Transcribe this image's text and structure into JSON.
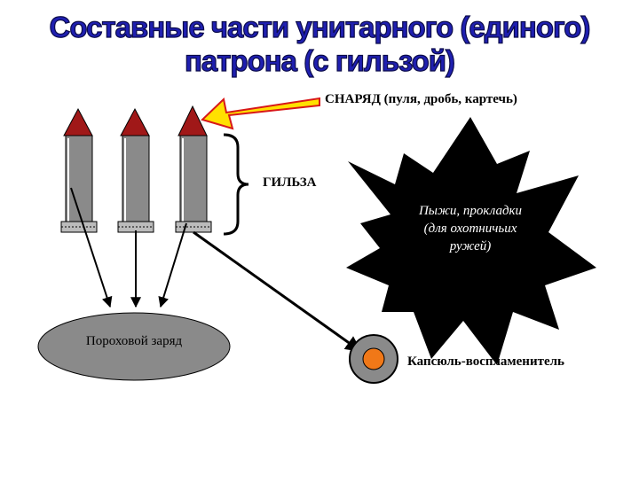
{
  "title": "Составные части унитарного (единого) патрона (с гильзой)",
  "labels": {
    "projectile": "СНАРЯД (пуля, дробь, картечь)",
    "casing": "ГИЛЬЗА",
    "wads": [
      "Пыжи, прокладки",
      "(для охотничьих",
      "ружей)"
    ],
    "powder": "Пороховой заряд",
    "primer": "Капсюль-воспламенитель"
  },
  "colors": {
    "title_fill": "#1f1fb0",
    "bullet_tip": "#a01818",
    "casing": "#8a8a8a",
    "arrow_fill": "#ffe000",
    "arrow_outline": "#d81818",
    "burst": "#000000",
    "powder_ellipse": "#8a8a8a",
    "primer_core": "#f07818"
  }
}
